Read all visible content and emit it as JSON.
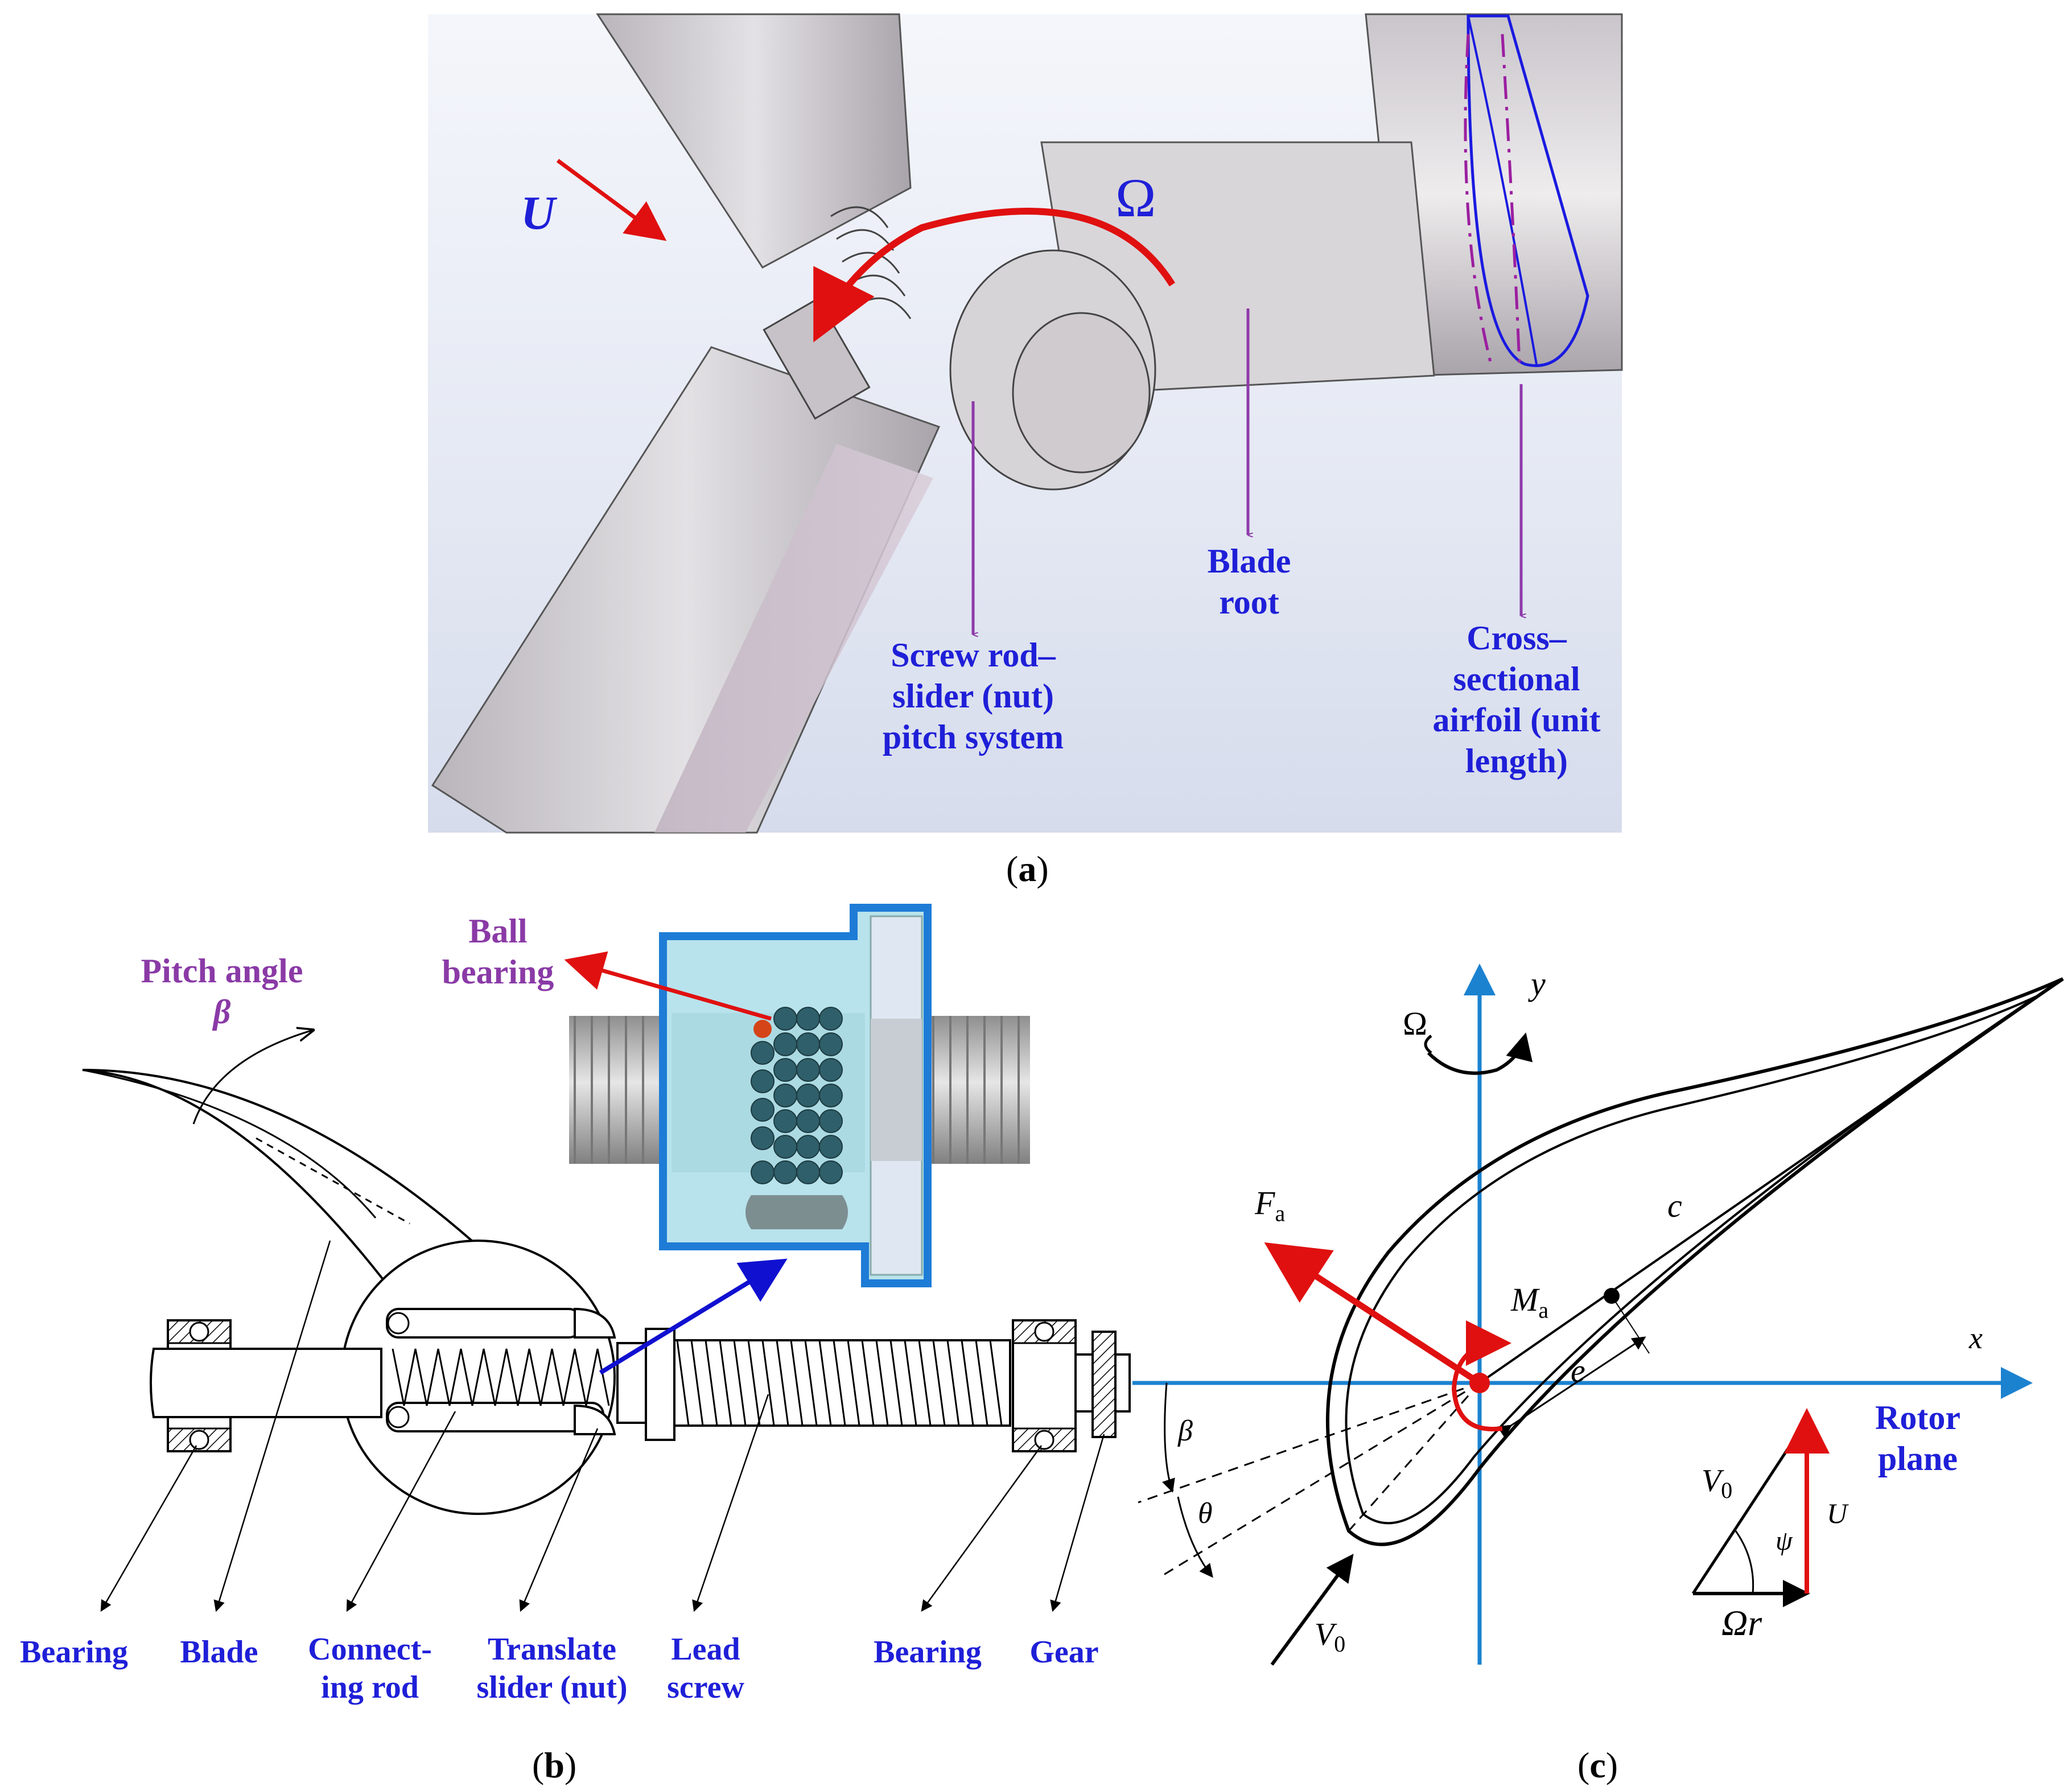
{
  "panel_a": {
    "caption_letter": "a",
    "symbols": {
      "wind": "U",
      "rotation": "Ω"
    },
    "labels": {
      "screw_system": [
        "Screw rod–",
        "slider (nut)",
        "pitch system"
      ],
      "blade_root": [
        "Blade",
        "root"
      ],
      "airfoil": [
        "Cross–",
        "sectional",
        "airfoil (unit",
        "length)"
      ]
    }
  },
  "panel_b": {
    "caption_letter": "b",
    "pitch_angle": {
      "text": "Pitch angle",
      "symbol": "β"
    },
    "ball_bearing": [
      "Ball",
      "bearing"
    ],
    "parts": {
      "bearing_left": "Bearing",
      "blade": "Blade",
      "connecting_rod": [
        "Connect-",
        "ing rod"
      ],
      "translate_slider": [
        "Translate",
        "slider (nut)"
      ],
      "lead_screw": [
        "Lead",
        "screw"
      ],
      "bearing_right": "Bearing",
      "gear": "Gear"
    }
  },
  "panel_c": {
    "caption_letter": "c",
    "symbols": {
      "y": "y",
      "x": "x",
      "omega": "Ω",
      "fa": "F",
      "fa_sub": "a",
      "c": "c",
      "ma": "M",
      "ma_sub": "a",
      "e": "e",
      "beta": "β",
      "theta": "θ",
      "v0": "V",
      "v0_sub": "0",
      "psi": "ψ",
      "u": "U",
      "omega_r": "Ωr"
    },
    "rotor_plane": [
      "Rotor",
      "plane"
    ]
  },
  "colors": {
    "label_blue": "#1f1fd8",
    "label_purple": "#8a3aa6",
    "arrow_red": "#e01010",
    "arrow_blue": "#1010d0",
    "axis_blue": "#1b82d0",
    "leader_purple": "#8e3aaa"
  }
}
